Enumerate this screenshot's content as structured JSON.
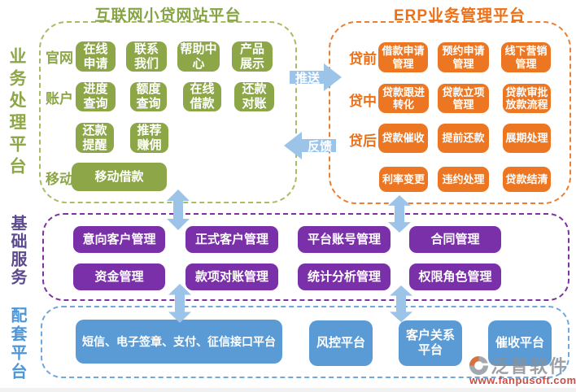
{
  "left_panel": {
    "title": "互联网小贷网站平台",
    "side_label": "业务处理平台",
    "rows": [
      {
        "label": "官网",
        "buttons": [
          "在线申请",
          "联系我们",
          "帮助中心",
          "产品展示"
        ]
      },
      {
        "label": "账户",
        "buttons": [
          "进度查询",
          "额度查询",
          "在线借款",
          "还款对账"
        ]
      },
      {
        "label": "",
        "buttons": [
          "还款提醒",
          "推荐赚佣"
        ]
      },
      {
        "label": "移动",
        "buttons": [
          "移动借款"
        ]
      }
    ]
  },
  "right_panel": {
    "title": "ERP业务管理平台",
    "rows": [
      {
        "label": "贷前",
        "buttons": [
          "借款申请管理",
          "预约申请管理",
          "线下营销管理"
        ]
      },
      {
        "label": "贷中",
        "buttons": [
          "贷款跟进转化",
          "贷款立项管理",
          "贷款审批放款流程"
        ]
      },
      {
        "label": "贷后",
        "buttons": [
          "贷款催收",
          "提前还款",
          "展期处理"
        ]
      },
      {
        "label": "",
        "buttons": [
          "利率变更",
          "违约处理",
          "贷款结清"
        ]
      }
    ]
  },
  "middle_panel": {
    "side_label": "基础服务",
    "row1": [
      "意向客户管理",
      "正式客户管理",
      "平台账号管理",
      "合同管理"
    ],
    "row2": [
      "资金管理",
      "款项对账管理",
      "统计分析管理",
      "权限角色管理"
    ]
  },
  "bottom_panel": {
    "side_label": "配套平台",
    "buttons": [
      "短信、电子签章、支付、征信接口平台",
      "风控平台",
      "客户关系平台",
      "催收平台"
    ]
  },
  "arrows": {
    "push": "推送",
    "feedback": "反馈"
  },
  "watermark": {
    "brand": "泛普软件",
    "url": "www.fanpusoft.com"
  },
  "colors": {
    "green": "#8CA648",
    "orange": "#ED7623",
    "purple": "#7A30A8",
    "blue": "#5B9BD5",
    "arrow_blue": "#9CC3E8",
    "side_green": "#8CA648",
    "side_purple": "#5C4B8C",
    "side_blue": "#4D96D9",
    "border_green": "#A6BD63",
    "border_orange": "#ED7D31",
    "border_purple": "#8030A0",
    "border_blue": "#6FA8DC"
  }
}
